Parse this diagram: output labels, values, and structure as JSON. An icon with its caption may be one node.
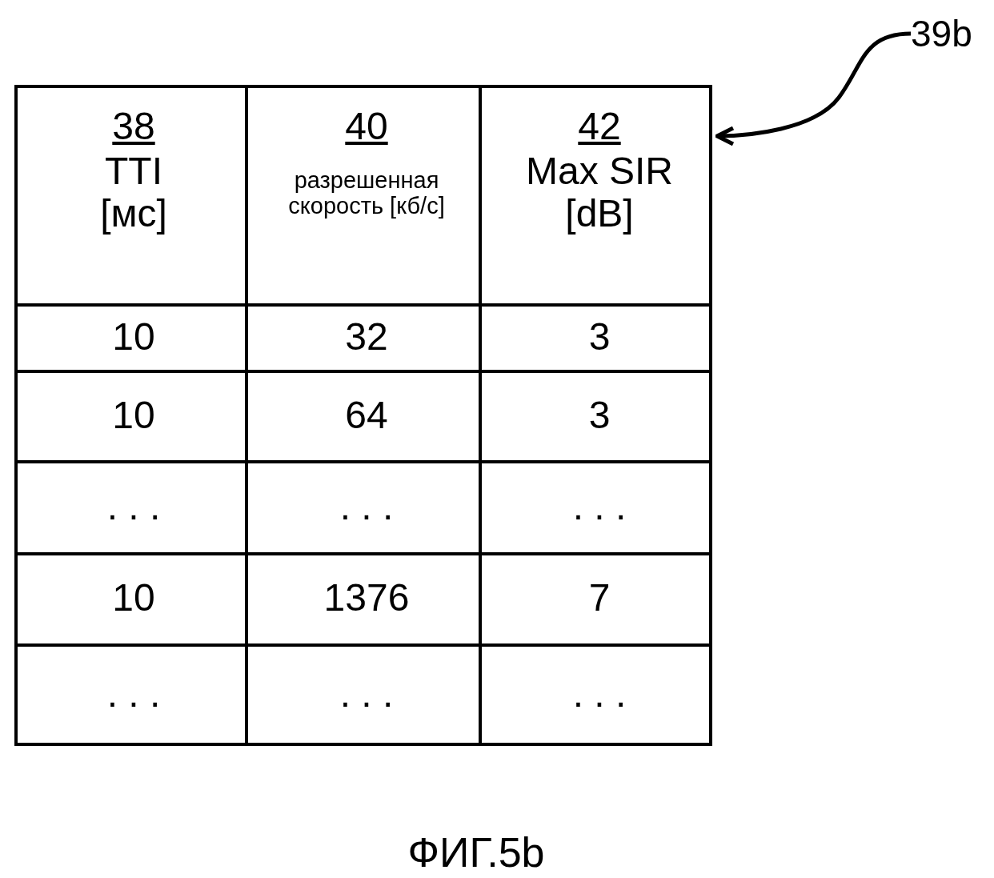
{
  "diagram": {
    "caption": "ФИГ.5b",
    "nodes": [
      {
        "text": [
          "39b"
        ]
      },
      {
        "text": [],
        "shape": "box"
      }
    ],
    "edges": [
      {
        "from": 0,
        "to": 1,
        "arrow": "to"
      }
    ],
    "labels": [
      "38",
      "TTI [мс]",
      "40",
      "разрешенная скорость [кб/с]",
      "42",
      "Max SIR [dB]",
      "10",
      "32",
      "3",
      "10",
      "64",
      "3",
      ". . .",
      ". . .",
      ". . .",
      "10",
      "1376",
      "7",
      ". . .",
      ". . .",
      ". . ."
    ]
  }
}
